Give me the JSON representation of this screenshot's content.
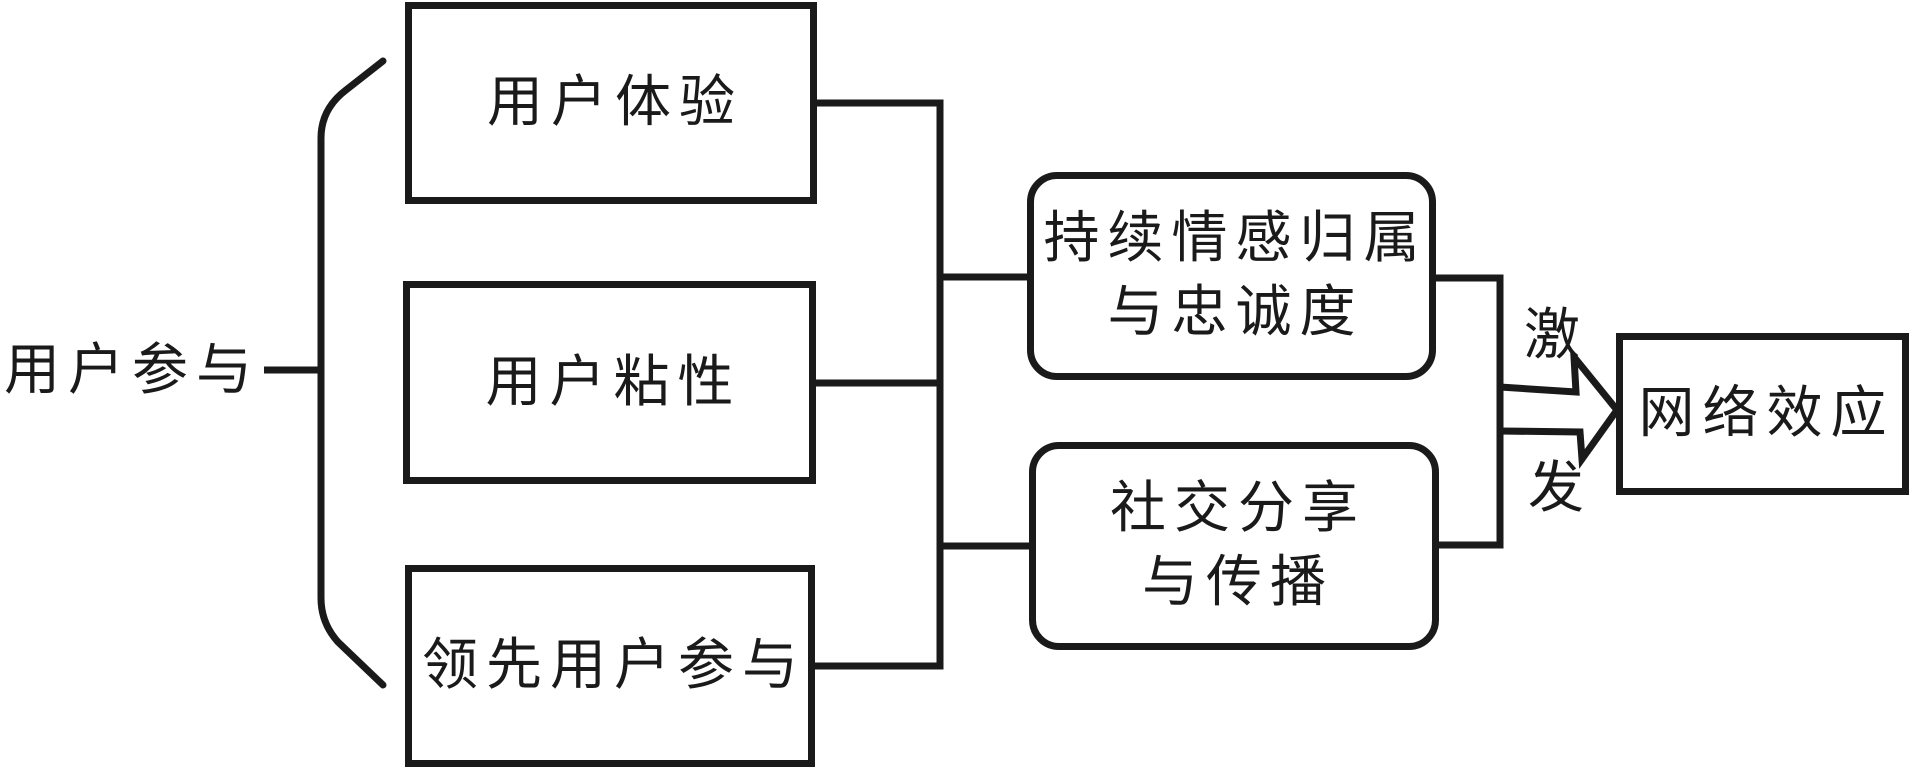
{
  "diagram": {
    "title_none": "",
    "source_label": "用户参与",
    "source_boxes": [
      {
        "label": "用户体验"
      },
      {
        "label": "用户粘性"
      },
      {
        "label": "领先用户参与"
      }
    ],
    "mediator_boxes": [
      {
        "line1": "持续情感归属",
        "line2": "与忠诚度"
      },
      {
        "line1": "社交分享",
        "line2": "与传播"
      }
    ],
    "arrow_label_top": "激",
    "arrow_label_bottom": "发",
    "outcome_box": {
      "label": "网络效应"
    },
    "colors": {
      "stroke": "#1a1a1a",
      "background": "#ffffff"
    }
  }
}
